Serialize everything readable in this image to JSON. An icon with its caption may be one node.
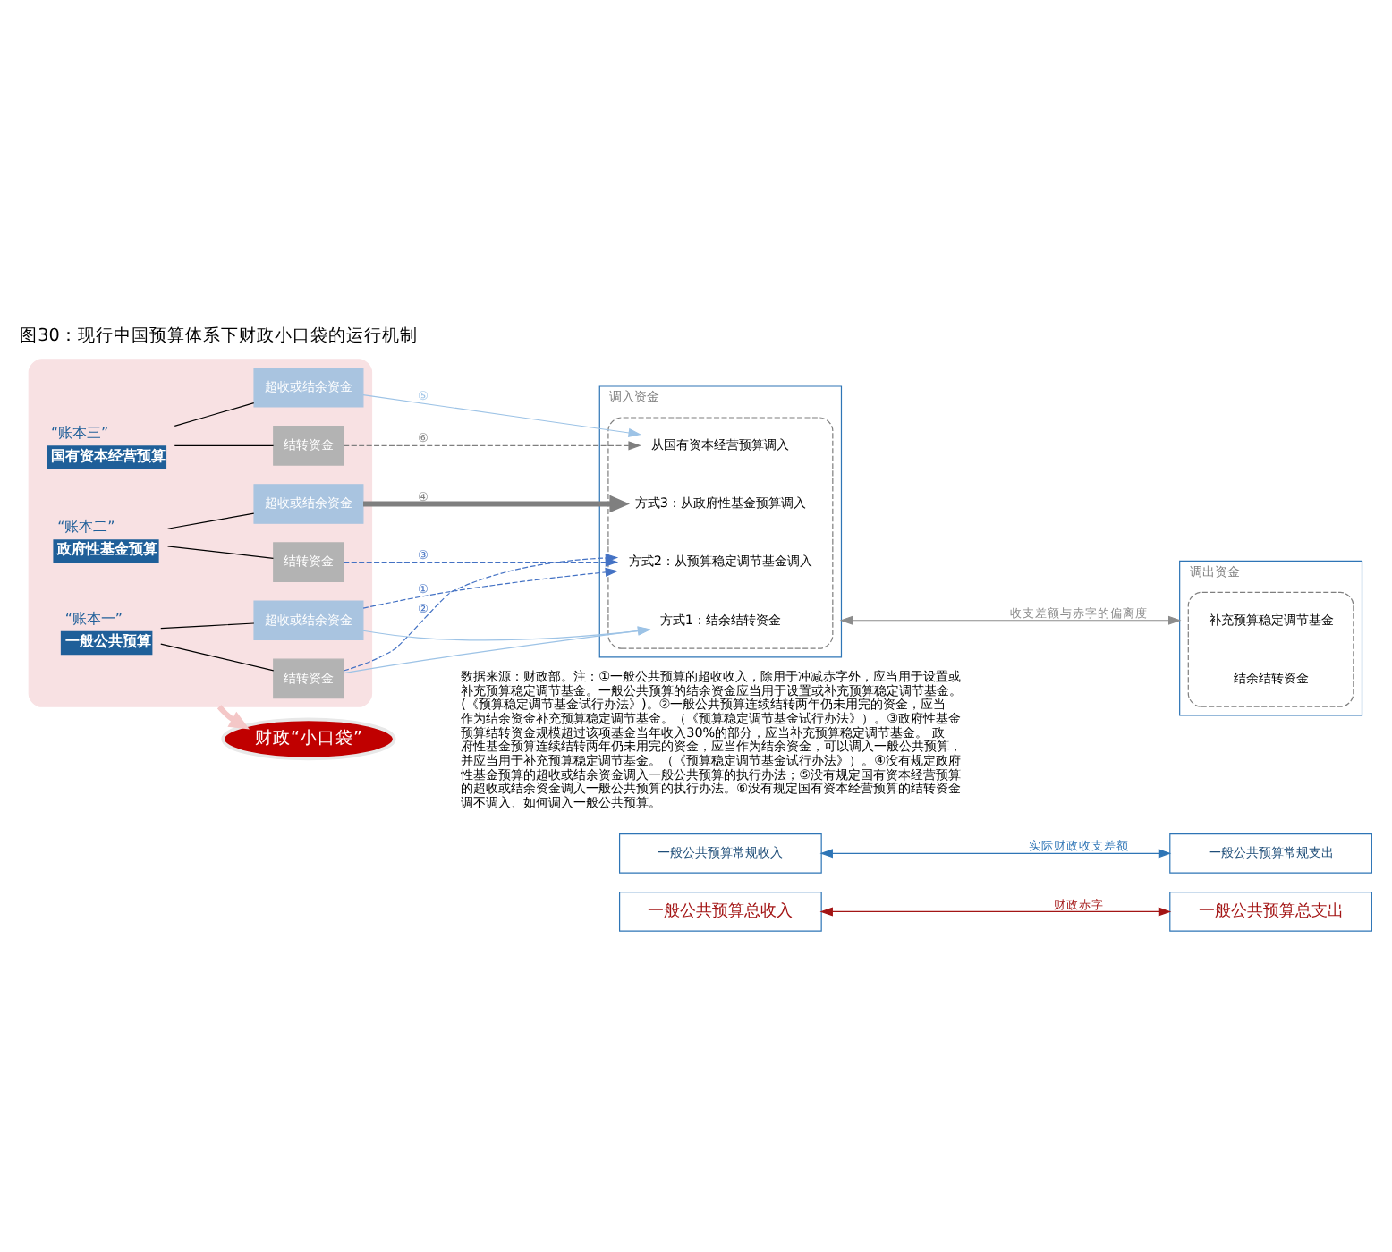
{
  "diagram": {
    "title": "图30：现行中国预算体系下财政小口袋的运行机制",
    "nodes": [
      {
        "text": [
          "一般公共预算总收入"
        ]
      },
      {
        "text": [
          "一般公共预算常规收入"
        ]
      },
      {
        "text": [
          "调入资金"
        ]
      },
      {
        "text": [],
        "shape": "box",
        "in": 2
      },
      {
        "text": [
          "方式1：结余结转资金"
        ],
        "in": 3
      },
      {
        "text": [
          "方式2：从预算稳定调节基金调入"
        ],
        "in": 3
      },
      {
        "text": [
          "方式3：从政府性基金预算调入"
        ],
        "in": 3
      },
      {
        "text": [
          "从国有资本经营预算调入"
        ],
        "in": 3
      },
      {
        "text": [
          "一般公共预算总支出"
        ]
      },
      {
        "text": [
          "一般公共预算常规支出"
        ]
      },
      {
        "text": [
          "调出资金"
        ]
      },
      {
        "text": [],
        "shape": "box",
        "in": 10
      },
      {
        "text": [
          "补充预算稳定调节基金"
        ],
        "in": 11
      },
      {
        "text": [
          "结余结转资金"
        ],
        "in": 11
      },
      {
        "text": [],
        "shape": "box"
      },
      {
        "text": [
          "国有资本经营预算"
        ],
        "beside": [
          "“账本三”"
        ],
        "in": 14
      },
      {
        "text": [
          "超收或结余资金"
        ],
        "in": 14
      },
      {
        "text": [
          "结转资金"
        ],
        "in": 14
      },
      {
        "text": [
          "政府性基金预算"
        ],
        "beside": [
          "“账本二”"
        ],
        "in": 14
      },
      {
        "text": [
          "超收或结余资金"
        ],
        "in": 14
      },
      {
        "text": [
          "结转资金"
        ],
        "in": 14
      },
      {
        "text": [
          "一般公共预算"
        ],
        "beside": [
          "“账本一”"
        ],
        "in": 14
      },
      {
        "text": [
          "超收或结余资金"
        ],
        "in": 14
      },
      {
        "text": [
          "结转资金"
        ],
        "in": 14
      },
      {
        "text": [
          "财政“小口袋”"
        ]
      }
    ],
    "edges": [
      {
        "from": 0,
        "to": 8,
        "arrow": "both",
        "label": "财政赤字",
        "color": "#a31515"
      },
      {
        "from": 1,
        "to": 9,
        "arrow": "both",
        "label": "实际财政收支差额",
        "color": "#2e75b6"
      },
      {
        "from": 2,
        "to": 10,
        "arrow": "both",
        "label": "收支差额与赤字的偏离度",
        "color": "#8c8c8c"
      },
      {
        "from": 15,
        "to": 16,
        "arrow": "none"
      },
      {
        "from": 15,
        "to": 17,
        "arrow": "none"
      },
      {
        "from": 18,
        "to": 19,
        "arrow": "none"
      },
      {
        "from": 18,
        "to": 20,
        "arrow": "none"
      },
      {
        "from": 21,
        "to": 22,
        "arrow": "none"
      },
      {
        "from": 21,
        "to": 23,
        "arrow": "none"
      },
      {
        "from": 22,
        "to": 4,
        "arrow": "to",
        "color": "#9dc3e6"
      },
      {
        "from": 23,
        "to": 4,
        "arrow": "to",
        "color": "#9dc3e6"
      },
      {
        "from": 22,
        "to": 5,
        "arrow": "to",
        "label": "①",
        "style": "dashed",
        "color": "#4472c4"
      },
      {
        "from": 23,
        "to": 5,
        "arrow": "to",
        "label": "②",
        "style": "dashed",
        "color": "#4472c4"
      },
      {
        "from": 20,
        "to": 5,
        "arrow": "to",
        "label": "③",
        "style": "dashed",
        "color": "#4472c4"
      },
      {
        "from": 19,
        "to": 6,
        "arrow": "to",
        "label": "④",
        "style": "thick",
        "color": "#7f7f7f"
      },
      {
        "from": 16,
        "to": 7,
        "arrow": "to",
        "label": "⑤",
        "color": "#9dc3e6"
      },
      {
        "from": 17,
        "to": 7,
        "arrow": "to",
        "label": "⑥",
        "style": "dashed",
        "color": "#7f7f7f"
      },
      {
        "from": 14,
        "to": 24,
        "arrow": "to",
        "style": "thick",
        "color": "#f4c7c7"
      }
    ],
    "labels": [
      "数据来源：财政部。注：①一般公共预算的超收收入，除用于冲减赤字外，应当用于设置或补充预算稳定调节基金。一般公共预算的结余资金应当用于设置或补充预算稳定调节基金。(《预算稳定调节基金试行办法》)。②一般公共预算连续结转两年仍未用完的资金，应当作为结余资金补充预算稳定调节基金。（《预算稳定调节基金试行办法》）。③政府性基金预算结转资金规模超过该项基金当年收入30%的部分，应当补充预算稳定调节基金。 政府性基金预算连续结转两年仍未用完的资金，应当作为结余资金，可以调入一般公共预算，并应当用于补充预算稳定调节基金。（《预算稳定调节基金试行办法》）。④没有规定政府性基金预算的超收或结余资金调入一般公共预算的执行办法；⑤没有规定国有资本经营预算的超收或结余资金调入一般公共预算的执行办法。⑥没有规定国有资本经营预算的结转资金调不调入、如何调入一般公共预算。"
    ]
  }
}
